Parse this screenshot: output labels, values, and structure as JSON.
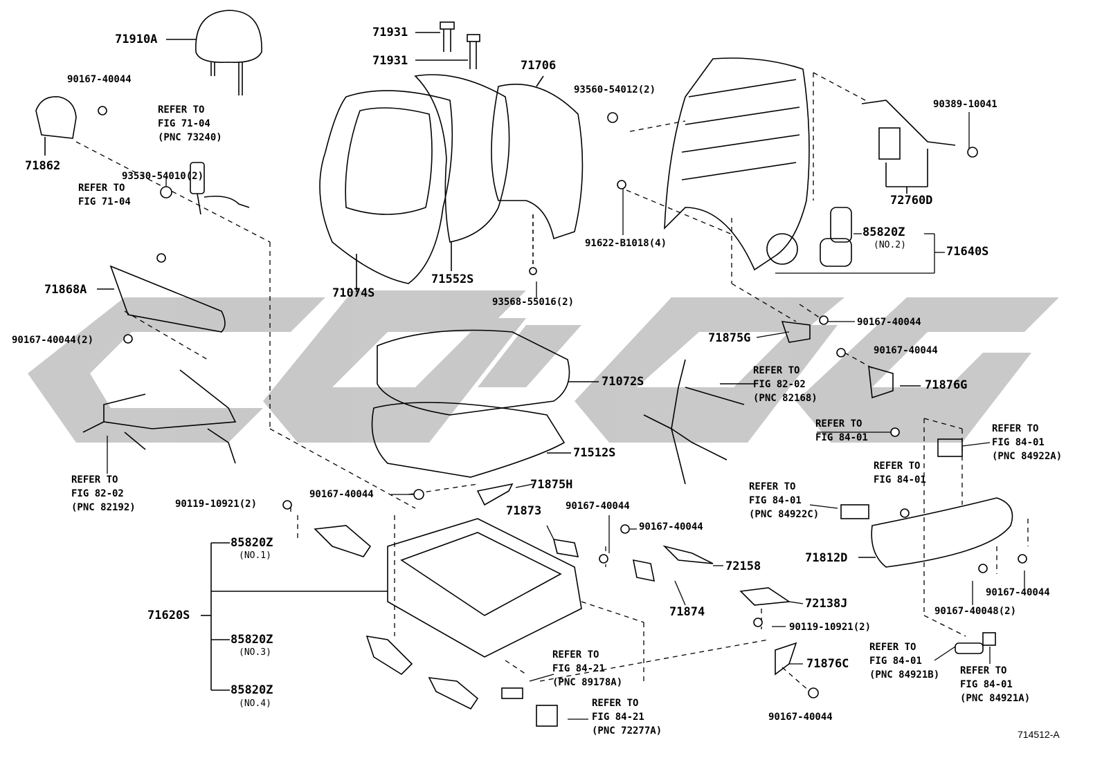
{
  "figure_id": "714512-A",
  "watermark": {
    "color": "#bfbfbf"
  },
  "labels": {
    "headrest": "71910A",
    "pin_upper": "71931",
    "pin_lower": "71931",
    "back_pad_71706": "71706",
    "hinge_cover_left": "71862",
    "screw_90167_hinge": "90167-40044",
    "belt_ref_a": "REFER TO",
    "belt_ref_b": "FIG 71-04",
    "belt_ref_c": "(PNC 73240)",
    "nut_ref_a": "REFER TO",
    "nut_ref_b": "FIG 71-04",
    "screw_93530": "93530-54010(2)",
    "board_71868a": "71868A",
    "screw_90167_board": "90167-40044(2)",
    "back_cover": "71074S",
    "back_pad": "71552S",
    "screw_93568": "93568-55016(2)",
    "screw_93560": "93560-54012(2)",
    "bolt_91622": "91622-B1018(4)",
    "nut_90389": "90389-10041",
    "lumbar_72760d": "72760D",
    "motor_no2_num": "85820Z",
    "motor_no2_sub": "(NO.2)",
    "frame_71640s": "71640S",
    "screw_90167_g": "90167-40044",
    "cover_71875g": "71875G",
    "screw_90167_g2": "90167-40044",
    "cover_71876g": "71876G",
    "cushion_cover": "71072S",
    "cushion_pad": "71512S",
    "wire_ref_82168_a": "REFER TO",
    "wire_ref_82168_b": "FIG 82-02",
    "wire_ref_82168_c": "(PNC 82168)",
    "wire_ref_82192_a": "REFER TO",
    "wire_ref_82192_b": "FIG 82-02",
    "wire_ref_82192_c": "(PNC 82192)",
    "screw_90167_cushion": "90167-40044",
    "cover_71875h": "71875H",
    "screw_90119_left": "90119-10921(2)",
    "bracket_71873": "71873",
    "screw_90167_71873": "90167-40044",
    "screw_90167_72158": "90167-40044",
    "bracket_72158": "72158",
    "bracket_71874": "71874",
    "motor_no1_num": "85820Z",
    "motor_no1_sub": "(NO.1)",
    "adjuster_71620s": "71620S",
    "motor_no3_num": "85820Z",
    "motor_no3_sub": "(NO.3)",
    "motor_no4_num": "85820Z",
    "motor_no4_sub": "(NO.4)",
    "ref_89178a_a": "REFER TO",
    "ref_89178a_b": "FIG 84-21",
    "ref_89178a_c": "(PNC 89178A)",
    "ref_72277a_a": "REFER TO",
    "ref_72277a_b": "FIG 84-21",
    "ref_72277a_c": "(PNC 72277A)",
    "bracket_72138j": "72138J",
    "screw_90119_right": "90119-10921(2)",
    "cover_71876c": "71876C",
    "screw_90167_71876c": "90167-40044",
    "ref_84_01_bolt_a": "REFER TO",
    "ref_84_01_bolt_b": "FIG 84-01",
    "ref_84922a_a": "REFER TO",
    "ref_84922a_b": "FIG 84-01",
    "ref_84922a_c": "(PNC 84922A)",
    "ref_84_01_mid_a": "REFER TO",
    "ref_84_01_mid_b": "FIG 84-01",
    "ref_84922c_a": "REFER TO",
    "ref_84922c_b": "FIG 84-01",
    "ref_84922c_c": "(PNC 84922C)",
    "shield_71812d": "71812D",
    "screw_90167_shield": "90167-40044",
    "screw_90167_40048": "90167-40048(2)",
    "ref_84921b_a": "REFER TO",
    "ref_84921b_b": "FIG 84-01",
    "ref_84921b_c": "(PNC 84921B)",
    "ref_84921a_a": "REFER TO",
    "ref_84921a_b": "FIG 84-01",
    "ref_84921a_c": "(PNC 84921A)"
  }
}
